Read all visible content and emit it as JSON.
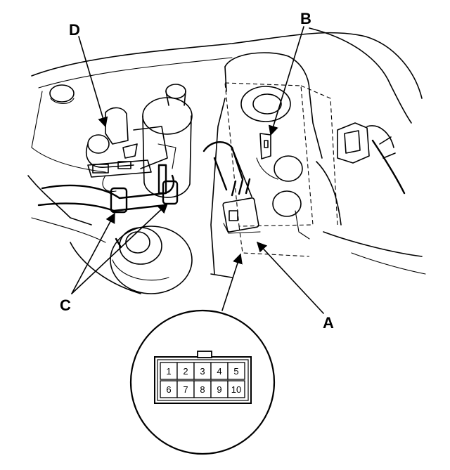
{
  "callouts": {
    "a": "A",
    "b": "B",
    "c": "C",
    "d": "D"
  },
  "connector": {
    "pins_top": [
      "1",
      "2",
      "3",
      "4",
      "5"
    ],
    "pins_bottom": [
      "6",
      "7",
      "8",
      "9",
      "10"
    ]
  }
}
